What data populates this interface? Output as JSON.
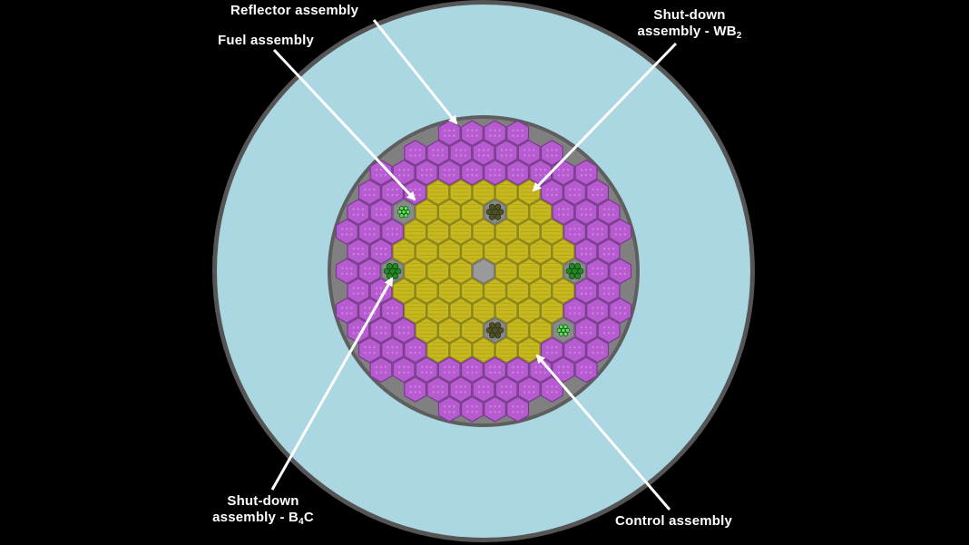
{
  "labels": {
    "reflector": "Reflector assembly",
    "fuel": "Fuel assembly",
    "shutdown_wb2_line1": "Shut-down",
    "shutdown_wb2_line2": "assembly - WB",
    "shutdown_wb2_sub": "2",
    "shutdown_b4c_line1": "Shut-down",
    "shutdown_b4c_line2a": "assembly - B",
    "shutdown_b4c_sub": "4",
    "shutdown_b4c_line2b": "C",
    "control": "Control assembly"
  },
  "colors": {
    "background": "#000000",
    "outer_shield": "#abd7e2",
    "core_gray": "#808080",
    "reflector": "#b75bd0",
    "fuel": "#c6b81e",
    "shutdown_b4c": "#1f8a1f",
    "shutdown_wb2": "#5a4a25",
    "control": "#56e456",
    "central": "#9a9a9a",
    "arrow": "#ffffff"
  },
  "assembly_types": [
    "fuel",
    "reflector",
    "shutdown_b4c",
    "shutdown_wb2",
    "control",
    "central"
  ]
}
